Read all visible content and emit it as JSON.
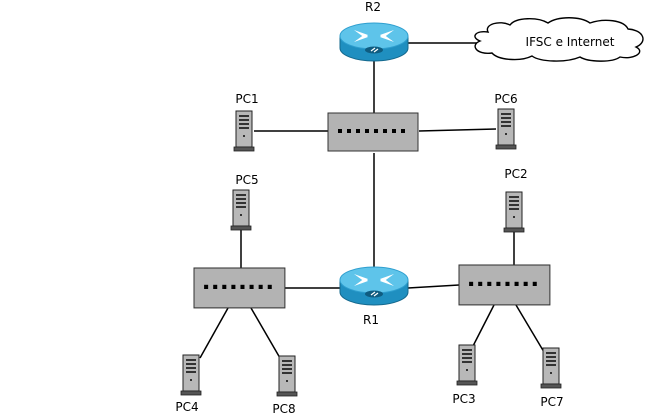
{
  "routers": {
    "r2": {
      "label": "R2"
    },
    "r1": {
      "label": "R1"
    }
  },
  "cloud": {
    "label": "IFSC e Internet"
  },
  "pcs": {
    "pc1": "PC1",
    "pc2": "PC2",
    "pc3": "PC3",
    "pc4": "PC4",
    "pc5": "PC5",
    "pc6": "PC6",
    "pc7": "PC7",
    "pc8": "PC8"
  },
  "colors": {
    "router_body": "#1f8fc0",
    "router_top": "#5ec4ea",
    "switch_fill": "#b3b3b3",
    "pc_fill": "#b8b8b8",
    "link": "#000000"
  },
  "icons": {
    "router": "router-icon",
    "switch": "switch-icon",
    "pc": "tower-pc-icon",
    "cloud": "cloud-icon"
  }
}
